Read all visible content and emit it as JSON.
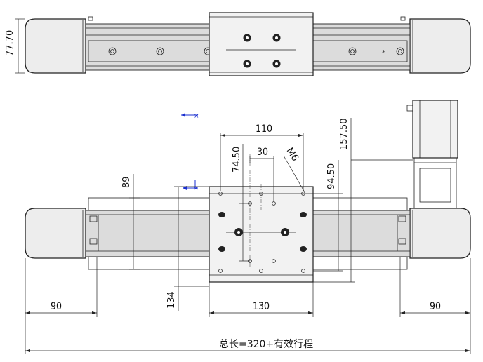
{
  "top_view": {
    "height_label": "77.70"
  },
  "front_view": {
    "dim_110": "110",
    "dim_30": "30",
    "dim_m6": "M6",
    "dim_74_50": "74.50",
    "dim_89": "89",
    "dim_94_50": "94.50",
    "dim_157_50": "157.50",
    "dim_134": "134",
    "dim_90_left": "90",
    "dim_130": "130",
    "dim_90_right": "90",
    "total_length": "总长=320+有效行程"
  },
  "colors": {
    "line": "#222222",
    "accent": "#1a2fd0"
  }
}
